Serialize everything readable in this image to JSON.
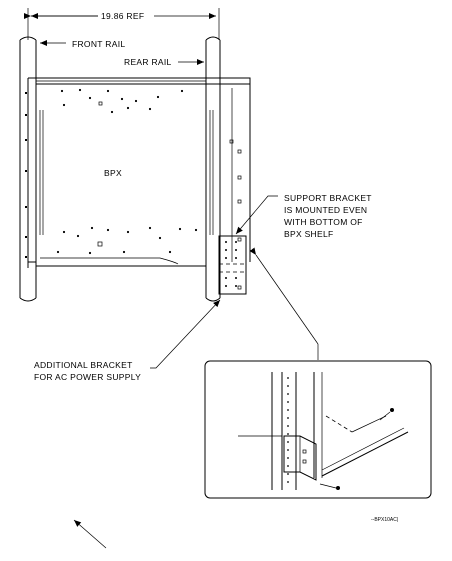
{
  "dimension": {
    "label": "19.86 REF"
  },
  "rails": {
    "front_label": "FRONT RAIL",
    "rear_label": "REAR RAIL"
  },
  "shelf": {
    "label": "BPX"
  },
  "callouts": {
    "support_bracket": [
      "SUPPORT BRACKET",
      "IS MOUNTED EVEN",
      "WITH BOTTOM OF",
      "BPX SHELF"
    ],
    "additional_bracket": [
      "ADDITIONAL BRACKET",
      "FOR AC POWER SUPPLY"
    ]
  },
  "figure_id": "--BPX10AC|"
}
